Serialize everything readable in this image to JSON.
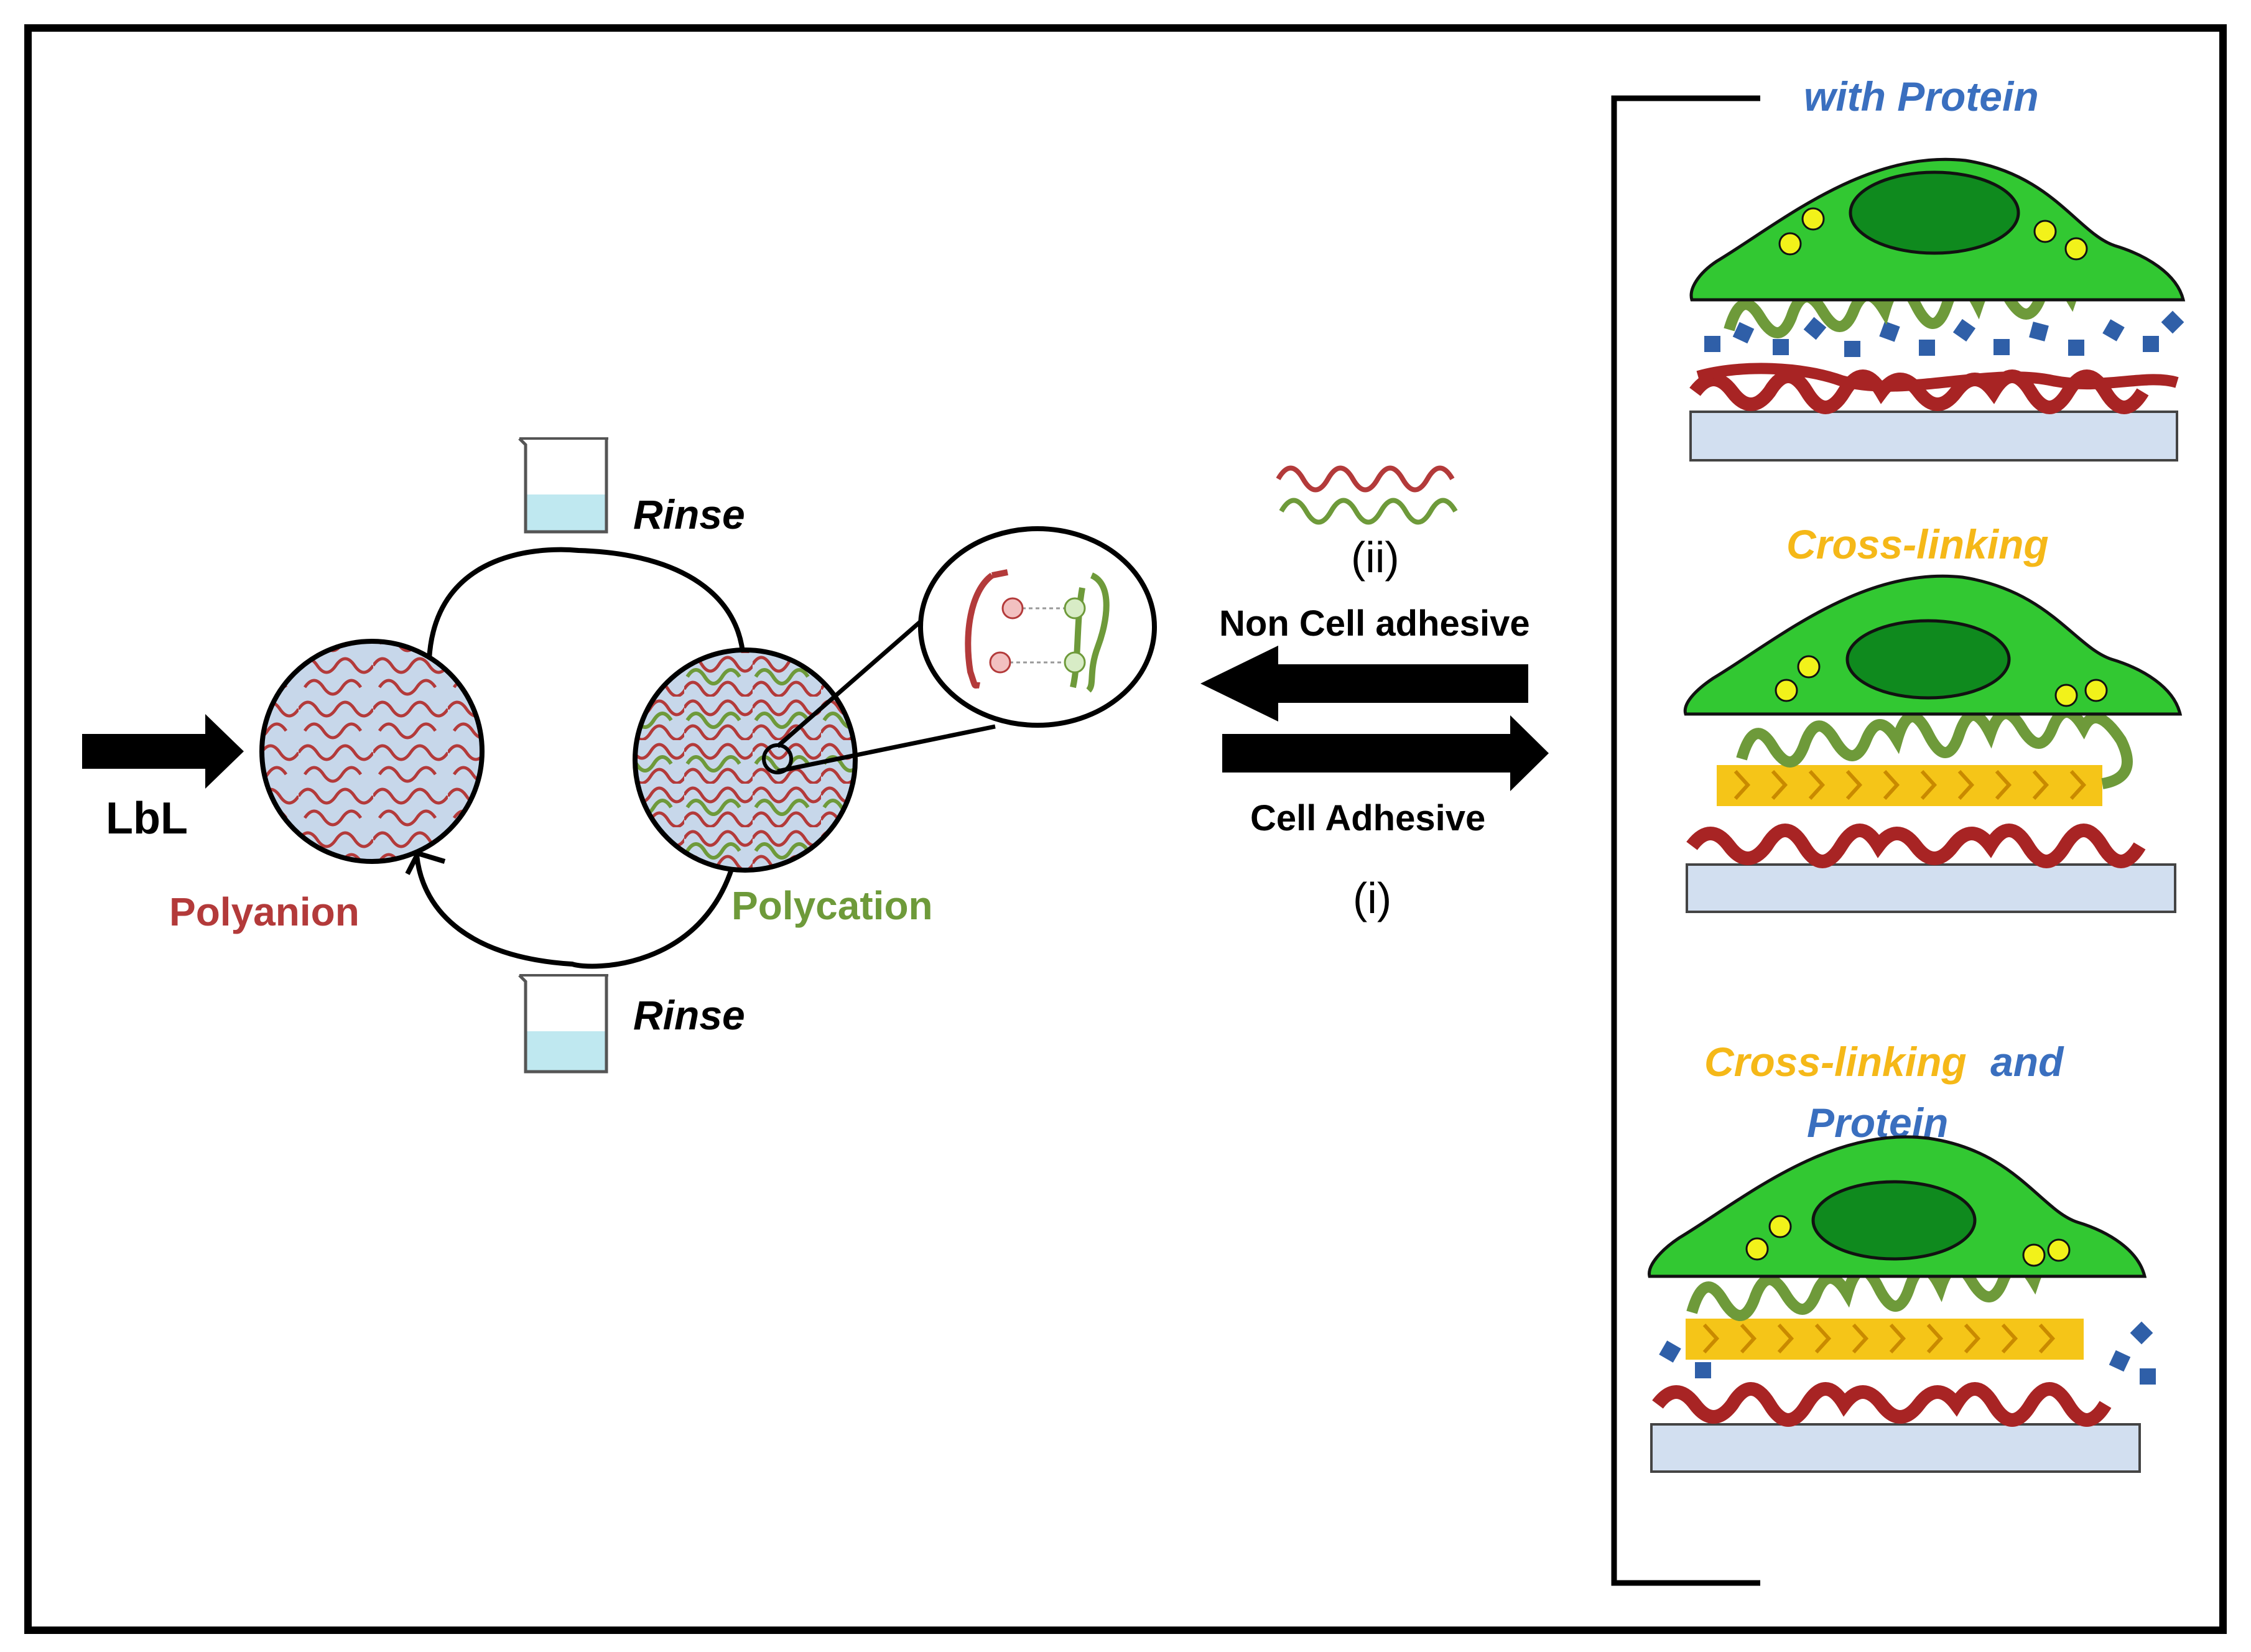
{
  "labels": {
    "lbl": "LbL",
    "polyanion": "Polyanion",
    "polycation": "Polycation",
    "rinse_top": "Rinse",
    "rinse_bottom": "Rinse",
    "non_cell_adhesive": "Non Cell adhesive",
    "cell_adhesive": "Cell Adhesive",
    "roman_ii": "(ii)",
    "roman_i": "(i)"
  },
  "panels": {
    "protein": {
      "title": "with Protein"
    },
    "crosslink": {
      "title": "Cross-linking"
    },
    "both": {
      "title_a": "Cross-linking",
      "title_b": "and",
      "title_c": "Protein"
    }
  },
  "colors": {
    "polyanion": "#b33a3a",
    "polycation": "#6e9a3a",
    "protein": "#3a6fbf",
    "crosslink": "#f5c518",
    "cell": "#32c832",
    "nucleus": "#0f8a1e",
    "vesicle": "#f2f21a",
    "substrate": "#d2dff0",
    "water": "#bfe8f0",
    "bead": "#c7d7ea"
  }
}
